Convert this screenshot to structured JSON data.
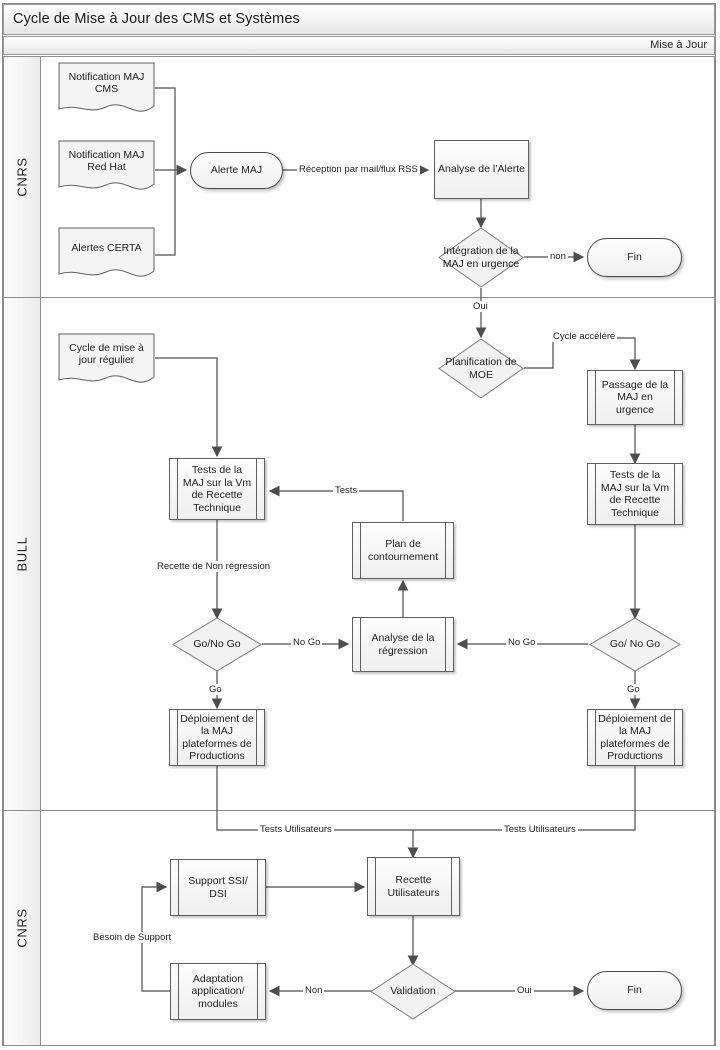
{
  "header": {
    "title": "Cycle de Mise à Jour des CMS et Systèmes",
    "phase": "Mise à Jour"
  },
  "lanes": [
    {
      "id": "lane-cnrs-top",
      "label": "CNRS"
    },
    {
      "id": "lane-bull",
      "label": "BULL"
    },
    {
      "id": "lane-cnrs-bot",
      "label": "CNRS"
    }
  ],
  "nodes": {
    "notif_cms": {
      "label": "Notification MAJ CMS",
      "shape": "document"
    },
    "notif_redhat": {
      "label": "Notification MAJ Red Hat",
      "shape": "document"
    },
    "alertes_certa": {
      "label": "Alertes CERTA",
      "shape": "document"
    },
    "alerte_maj": {
      "label": "Alerte MAJ",
      "shape": "terminator"
    },
    "analyse_alerte": {
      "label": "Analyse de l’Alerte",
      "shape": "process"
    },
    "integration_maj": {
      "label": "Intégration de la MAJ en urgence",
      "shape": "decision"
    },
    "fin_top": {
      "label": "Fin",
      "shape": "terminator"
    },
    "cycle_regulier": {
      "label": "Cycle de mise à jour régulier",
      "shape": "document"
    },
    "planification_moe": {
      "label": "Planification de MOE",
      "shape": "decision"
    },
    "passage_urgence": {
      "label": "Passage de la MAJ en urgence",
      "shape": "subprocess"
    },
    "tests_vm_left": {
      "label": "Tests de la MAJ sur la Vm de Recette Technique",
      "shape": "subprocess"
    },
    "tests_vm_right": {
      "label": "Tests de la MAJ sur la Vm de Recette Technique",
      "shape": "subprocess"
    },
    "plan_contourn": {
      "label": "Plan de contournement",
      "shape": "subprocess"
    },
    "analyse_regress": {
      "label": "Analyse de la régression",
      "shape": "subprocess"
    },
    "gonogo_left": {
      "label": "Go/No Go",
      "shape": "decision"
    },
    "gonogo_right": {
      "label": "Go/ No Go",
      "shape": "decision"
    },
    "deploiement_left": {
      "label": "Déploiement de la MAJ plateformes de Productions",
      "shape": "subprocess"
    },
    "deploiement_right": {
      "label": "Déploiement de la MAJ plateformes de Productions",
      "shape": "subprocess"
    },
    "support_ssi": {
      "label": "Support SSI/ DSI",
      "shape": "subprocess"
    },
    "recette_util": {
      "label": "Recette Utilisateurs",
      "shape": "subprocess"
    },
    "adaptation_app": {
      "label": "Adaptation application/ modules",
      "shape": "subprocess"
    },
    "validation": {
      "label": "Validation",
      "shape": "decision"
    },
    "fin_bottom": {
      "label": "Fin",
      "shape": "terminator"
    }
  },
  "edge_labels": {
    "reception": "Réception par mail/flux RSS",
    "non_top": "non",
    "oui_top": "Oui",
    "cycle_accelere": "Cycle accéléré",
    "tests": "Tests",
    "recette_non_reg": "Recette de Non régression",
    "nogo_left": "No Go",
    "nogo_right": "No Go",
    "go_left": "Go",
    "go_right": "Go",
    "tests_util_left": "Tests Utilisateurs",
    "tests_util_right": "Tests Utilisateurs",
    "besoin_support": "Besoin de Support",
    "non_bottom": "Non",
    "oui_bottom": "Oui"
  },
  "colors": {
    "line": "#4d4d4d",
    "shape_border": "#5f5f5f",
    "shape_fill_top": "#fdfdfd",
    "shape_fill_bottom": "#efefef",
    "lane_border": "#8e8e8e",
    "text": "#1c1c1c"
  }
}
